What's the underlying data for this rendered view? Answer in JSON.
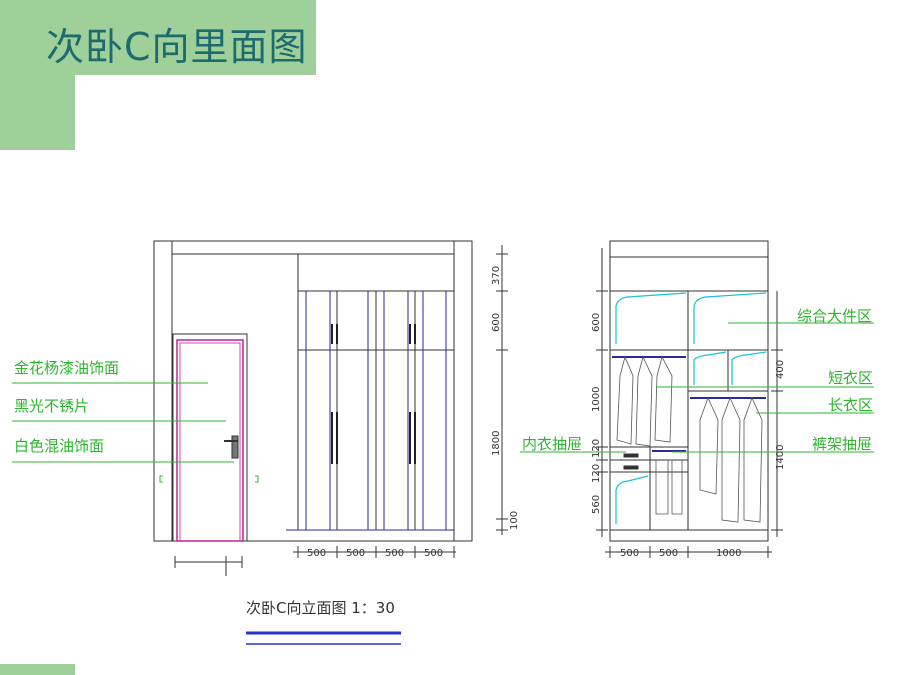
{
  "page": {
    "title": "次卧C向里面图"
  },
  "colors": {
    "accent_green": "#9fd09a",
    "title_text": "#1e6b6f",
    "callout_green": "#2db52d",
    "hanger_cyan": "#11c6d6",
    "door_magenta": "#c0209a",
    "line_blue": "#2a2a9a",
    "caption_blue": "#2a33c9"
  },
  "left_elevation": {
    "callouts": [
      "金花杨漆油饰面",
      "黑光不锈片",
      "白色混油饰面"
    ],
    "width_dims": [
      "500",
      "500",
      "500",
      "500"
    ],
    "height_dims": [
      "370",
      "600",
      "1800",
      "100"
    ],
    "caption": "次卧C向立面图 1：30"
  },
  "right_elevation": {
    "callouts_right": [
      "综合大件区",
      "短衣区",
      "长衣区",
      "裤架抽屉"
    ],
    "callout_left": "内衣抽屉",
    "left_height_dims": [
      "600",
      "1000",
      "120",
      "120",
      "560"
    ],
    "right_height_dims": [
      "400",
      "1400"
    ],
    "width_dims": [
      "500",
      "500",
      "1000"
    ]
  }
}
